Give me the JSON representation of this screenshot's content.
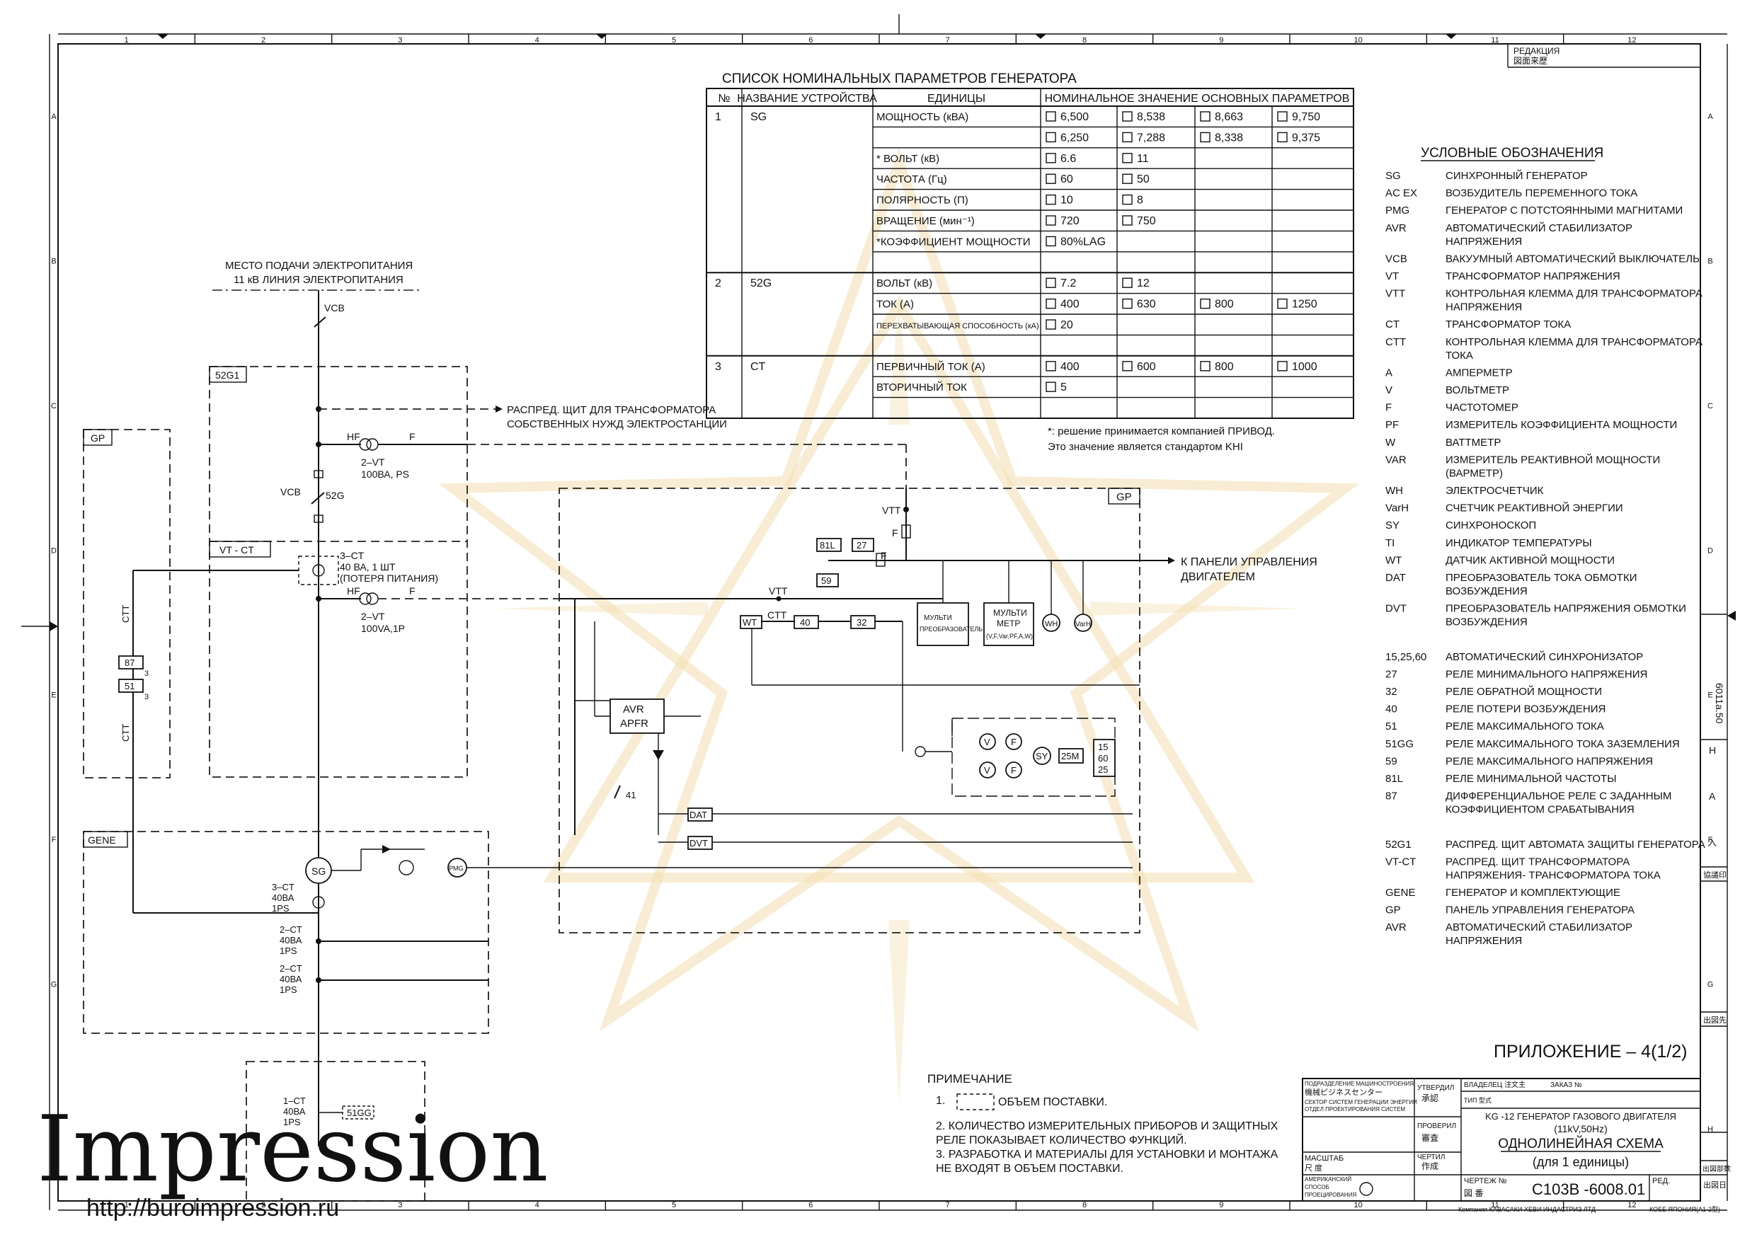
{
  "rated_table": {
    "title": "СПИСОК НОМИНАЛЬНЫХ ПАРАМЕТРОВ ГЕНЕРАТОРА",
    "headers": [
      "№",
      "НАЗВАНИЕ УСТРОЙСТВА",
      "ЕДИНИЦЫ",
      "НОМИНАЛЬНОЕ ЗНАЧЕНИЕ ОСНОВНЫХ ПАРАМЕТРОВ"
    ],
    "rows": [
      {
        "no": "1",
        "device": "SG",
        "unit": "МОЩНОСТЬ (кВА)",
        "values": [
          "6,500",
          "8,538",
          "8,663",
          "9,750"
        ]
      },
      {
        "no": "",
        "device": "",
        "unit": "",
        "values": [
          "6,250",
          "7,288",
          "8,338",
          "9,375"
        ]
      },
      {
        "no": "",
        "device": "",
        "unit": "* ВОЛЬТ (кВ)",
        "values": [
          "6.6",
          "11",
          "",
          ""
        ]
      },
      {
        "no": "",
        "device": "",
        "unit": "ЧАСТОТА (Гц)",
        "values": [
          "60",
          "50",
          "",
          ""
        ]
      },
      {
        "no": "",
        "device": "",
        "unit": "ПОЛЯРНОСТЬ (П)",
        "values": [
          "10",
          "8",
          "",
          ""
        ]
      },
      {
        "no": "",
        "device": "",
        "unit": "ВРАЩЕНИЕ (мин⁻¹)",
        "values": [
          "720",
          "750",
          "",
          ""
        ]
      },
      {
        "no": "",
        "device": "",
        "unit": "*КОЭФФИЦИЕНТ МОЩНОСТИ",
        "values": [
          "80%LAG",
          "",
          "",
          ""
        ]
      },
      {
        "no": "",
        "device": "",
        "unit": "",
        "values": [
          "",
          "",
          "",
          ""
        ]
      },
      {
        "no": "2",
        "device": "52G",
        "unit": "ВОЛЬТ (кВ)",
        "values": [
          "7.2",
          "12",
          "",
          ""
        ]
      },
      {
        "no": "",
        "device": "",
        "unit": "ТОК (А)",
        "values": [
          "400",
          "630",
          "800",
          "1250"
        ]
      },
      {
        "no": "",
        "device": "",
        "unit": "ПЕРЕХВАТЫВАЮЩАЯ СПОСОБНОСТЬ (кА)",
        "values": [
          "20",
          "",
          "",
          ""
        ]
      },
      {
        "no": "",
        "device": "",
        "unit": "",
        "values": [
          "",
          "",
          "",
          ""
        ]
      },
      {
        "no": "3",
        "device": "CT",
        "unit": "ПЕРВИЧНЫЙ ТОК (А)",
        "values": [
          "400",
          "600",
          "800",
          "1000"
        ]
      },
      {
        "no": "",
        "device": "",
        "unit": "ВТОРИЧНЫЙ ТОК",
        "values": [
          "5",
          "",
          "",
          ""
        ]
      },
      {
        "no": "",
        "device": "",
        "unit": "",
        "values": [
          "",
          "",
          "",
          ""
        ]
      }
    ],
    "note_line1": "*: решение принимается компанией ПРИВОД.",
    "note_line2": "Это значение является стандартом KHI"
  },
  "legend": {
    "title": "УСЛОВНЫЕ ОБОЗНАЧЕНИЯ",
    "items": [
      {
        "code": "SG",
        "text": [
          "СИНХРОННЫЙ ГЕНЕРАТОР"
        ]
      },
      {
        "code": "AC EX",
        "text": [
          "ВОЗБУДИТЕЛЬ ПЕРЕМЕННОГО ТОКА"
        ]
      },
      {
        "code": "PMG",
        "text": [
          "ГЕНЕРАТОР С ПОТСТОЯННЫМИ МАГНИТАМИ"
        ]
      },
      {
        "code": "AVR",
        "text": [
          "АВТОМАТИЧЕСКИЙ СТАБИЛИЗАТОР",
          "НАПРЯЖЕНИЯ"
        ]
      },
      {
        "code": "VCB",
        "text": [
          "ВАКУУМНЫЙ АВТОМАТИЧЕСКИЙ ВЫКЛЮЧАТЕЛЬ"
        ]
      },
      {
        "code": "VT",
        "text": [
          "ТРАНСФОРМАТОР НАПРЯЖЕНИЯ"
        ]
      },
      {
        "code": "VTT",
        "text": [
          "КОНТРОЛЬНАЯ КЛЕММА ДЛЯ ТРАНСФОРМАТОРА",
          "НАПРЯЖЕНИЯ"
        ]
      },
      {
        "code": "CT",
        "text": [
          "ТРАНСФОРМАТОР ТОКА"
        ]
      },
      {
        "code": "CTT",
        "text": [
          "КОНТРОЛЬНАЯ КЛЕММА ДЛЯ ТРАНСФОРМАТОРА",
          "ТОКА"
        ]
      },
      {
        "code": "A",
        "text": [
          "АМПЕРМЕТР"
        ]
      },
      {
        "code": "V",
        "text": [
          "ВОЛЬТМЕТР"
        ]
      },
      {
        "code": "F",
        "text": [
          "ЧАСТОТОМЕР"
        ]
      },
      {
        "code": "PF",
        "text": [
          "ИЗМЕРИТЕЛЬ КОЭФФИЦИЕНТА МОЩНОСТИ"
        ]
      },
      {
        "code": "W",
        "text": [
          "ВАТТМЕТР"
        ]
      },
      {
        "code": "VAR",
        "text": [
          "ИЗМЕРИТЕЛЬ РЕАКТИВНОЙ МОЩНОСТИ",
          "(ВАРМЕТР)"
        ]
      },
      {
        "code": "WH",
        "text": [
          "ЭЛЕКТРОСЧЕТЧИК"
        ]
      },
      {
        "code": "VarH",
        "text": [
          "СЧЕТЧИК РЕАКТИВНОЙ ЭНЕРГИИ"
        ]
      },
      {
        "code": "SY",
        "text": [
          "СИНХРОНОСКОП"
        ]
      },
      {
        "code": "TI",
        "text": [
          "ИНДИКАТОР ТЕМПЕРАТУРЫ"
        ]
      },
      {
        "code": "WT",
        "text": [
          "ДАТЧИК АКТИВНОЙ МОЩНОСТИ"
        ]
      },
      {
        "code": "DAT",
        "text": [
          "ПРЕОБРАЗОВАТЕЛЬ ТОКА ОБМОТКИ",
          "ВОЗБУЖДЕНИЯ"
        ]
      },
      {
        "code": "DVT",
        "text": [
          "ПРЕОБРАЗОВАТЕЛЬ НАПРЯЖЕНИЯ ОБМОТКИ",
          "ВОЗБУЖДЕНИЯ"
        ]
      },
      {
        "code": "",
        "text": [
          ""
        ]
      },
      {
        "code": "15,25,60",
        "text": [
          "АВТОМАТИЧЕСКИЙ СИНХРОНИЗАТОР"
        ]
      },
      {
        "code": "27",
        "text": [
          "РЕЛЕ МИНИМАЛЬНОГО НАПРЯЖЕНИЯ"
        ]
      },
      {
        "code": "32",
        "text": [
          "РЕЛЕ ОБРАТНОЙ МОЩНОСТИ"
        ]
      },
      {
        "code": "40",
        "text": [
          "РЕЛЕ ПОТЕРИ ВОЗБУЖДЕНИЯ"
        ]
      },
      {
        "code": "51",
        "text": [
          "РЕЛЕ МАКСИМАЛЬНОГО ТОКА"
        ]
      },
      {
        "code": "51GG",
        "text": [
          "РЕЛЕ МАКСИМАЛЬНОГО ТОКА ЗАЗЕМЛЕНИЯ"
        ]
      },
      {
        "code": "59",
        "text": [
          "РЕЛЕ МАКСИМАЛЬНОГО НАПРЯЖЕНИЯ"
        ]
      },
      {
        "code": "81L",
        "text": [
          "РЕЛЕ МИНИМАЛЬНОЙ ЧАСТОТЫ"
        ]
      },
      {
        "code": "87",
        "text": [
          "ДИФФЕРЕНЦИАЛЬНОЕ РЕЛЕ С ЗАДАННЫМ",
          "КОЭФФИЦИЕНТОМ СРАБАТЫВАНИЯ"
        ]
      },
      {
        "code": "",
        "text": [
          ""
        ]
      },
      {
        "code": "52G1",
        "text": [
          "РАСПРЕД. ЩИТ АВТОМАТА ЗАЩИТЫ ГЕНЕРАТОРА"
        ]
      },
      {
        "code": "VT-CT",
        "text": [
          "РАСПРЕД. ЩИТ ТРАНСФОРМАТОРА",
          "НАПРЯЖЕНИЯ- ТРАНСФОРМАТОРА ТОКА"
        ]
      },
      {
        "code": "GENE",
        "text": [
          "ГЕНЕРАТОР И КОМПЛЕКТУЮЩИЕ"
        ]
      },
      {
        "code": "GP",
        "text": [
          "ПАНЕЛЬ УПРАВЛЕНИЯ ГЕНЕРАТОРА"
        ]
      },
      {
        "code": "AVR",
        "text": [
          "АВТОМАТИЧЕСКИЙ СТАБИЛИЗАТОР",
          "НАПРЯЖЕНИЯ"
        ]
      }
    ]
  },
  "diagram": {
    "supply_line1": "МЕСТО ПОДАЧИ ЭЛЕКТРОПИТАНИЯ",
    "supply_line2": "11 кВ ЛИНИЯ ЭЛЕКТРОПИТАНИЯ",
    "vcb_top": "VCB",
    "panel_52g1": "52G1",
    "panel_vtct": "VT - CT",
    "panel_gp_left": "GP",
    "panel_gp_main": "GP",
    "panel_gene": "GENE",
    "aux_line1": "РАСПРЕД. ЩИТ ДЛЯ ТРАНСФОРМАТОРА",
    "aux_line2": "СОБСТВЕННЫХ НУЖД ЭЛЕКТРОСТАНЦИИ",
    "hf": "HF",
    "f": "F",
    "vt1_line1": "2–VT",
    "vt1_line2": "100ВА, PS",
    "vcb_mid": "VCB",
    "g52": "52G",
    "ct3_line1": "3–CT",
    "ct3_line2": "40 ВА, 1 ШТ",
    "ct3_line3": "(ПОТЕРЯ ПИТАНИЯ)",
    "vt2_line1": "2–VT",
    "vt2_line2": "100VA,1P",
    "ctt": "CTT",
    "r87": "87",
    "r51": "51",
    "three": "3",
    "vtt": "VTT",
    "r81l": "81L",
    "r27": "27",
    "r59": "59",
    "r40": "40",
    "r32": "32",
    "wt": "WT",
    "to_engine_line1": "К ПАНЕЛИ УПРАВЛЕНИЯ",
    "to_engine_line2": "ДВИГАТЕЛЕМ",
    "transducer_line1": "МУЛЬТИ",
    "transducer_line2": "ПРЕОБРАЗОВАТЕЛЬ",
    "multimeter_line1": "МУЛЬТИ",
    "multimeter_line2": "МЕТР",
    "multimeter_line3": "(V,F,Var,PF,A,W)",
    "wh": "WH",
    "varh": "VarH",
    "avr": "AVR",
    "apfr": "APFR",
    "v": "V",
    "sy": "SY",
    "r25m": "25M",
    "sync_line1": "15",
    "sync_line2": "60",
    "sync_line3": "25",
    "r41": "41",
    "dat": "DAT",
    "dvt": "DVT",
    "sg": "SG",
    "pmg": "PMG",
    "ct_gen_line1": "3–CT",
    "ct_gen_line2": "40ВА",
    "ct_gen_line3": "1PS",
    "ct_a_line1": "2–CT",
    "ct_a_line2": "40ВА",
    "ct_a_line3": "1PS",
    "ct_b_line1": "2–CT",
    "ct_b_line2": "40ВА",
    "ct_b_line3": "1PS",
    "ct_g_line1": "1–CT",
    "ct_g_line2": "40ВА",
    "ct_g_line3": "1PS",
    "r51gg": "51GG"
  },
  "notes": {
    "title": "ПРИМЕЧАНИЕ",
    "n1": "1.",
    "n1_text": "ОБЪЕМ ПОСТАВКИ.",
    "n2_line1": "2. КОЛИЧЕСТВО ИЗМЕРИТЕЛЬНЫХ ПРИБОРОВ И ЗАЩИТНЫХ",
    "n2_line2": "РЕЛЕ ПОКАЗЫВАЕТ КОЛИЧЕСТВО ФУНКЦИЙ.",
    "n3_line1": "3. РАЗРАБОТКА И МАТЕРИАЛЫ ДЛЯ УСТАНОВКИ И МОНТАЖА",
    "n3_line2": "НЕ ВХОДЯТ В ОБЪЕМ ПОСТАВКИ."
  },
  "appendix": "ПРИЛОЖЕНИЕ – 4(1/2)",
  "revision_header_line1": "РЕДАКЦИЯ",
  "revision_header_line2": "図面来歴",
  "title_block": {
    "dept_line1": "ПОДРАЗДЕЛЕНИЕ МАШИНОСТРОЕНИЯ",
    "dept_line2": "機械ビジネスセンター",
    "dept_line3": "СЕКТОР СИСТЕМ ГЕНЕРАЦИИ ЭНЕРГИИ",
    "dept_line4": "ОТДЕЛ ПРОЕКТИРОВАНИЯ СИСТЕМ",
    "approved_line1": "УТВЕРДИЛ",
    "approved_line2": "承認",
    "checked_line1": "ПРОВЕРИЛ",
    "checked_line2": "審査",
    "drawn_line1": "ЧЕРТИЛ",
    "drawn_line2": "作成",
    "scale": "МАСШТАБ",
    "scale_jp": "尺 度",
    "projection_line1": "АМЕРИКАНСКИЙ",
    "projection_line2": "СПОСОБ",
    "projection_line3": "ПРОЕЦИРОВАНИЯ",
    "owner_label": "ВЛАДЕЛЕЦ  注文主",
    "order_label": "ЗАКАЗ №",
    "type_label": "ТИП 型式",
    "title_line1": "KG -12 ГЕНЕРАТОР ГАЗОВОГО ДВИГАТЕЛЯ",
    "title_line2": "(11kV,50Hz)",
    "title_line3": "ОДНОЛИНЕЙНАЯ СХЕМА",
    "title_line4": "(для 1 единицы)",
    "drawing_no_label": "ЧЕРТЕЖ №",
    "drawing_no_jp": "図 番",
    "drawing_no": "C103B -6008.01",
    "rev_label": "РЕД.",
    "company": "Компания КАВАСАКИ ХЕВИ ИНДАСТРИЗ ЛТД",
    "city": "КОБЕ ЯПОНИЯ",
    "sheet_size": "(A1-2型)"
  },
  "side_strip": {
    "vertical_text": "6011a.50",
    "h": "H",
    "a": "A",
    "entry": "入",
    "seal": "協議印",
    "out": "出図先",
    "count": "出図部数",
    "outdate": "出図日"
  },
  "watermark": {
    "logo": "Impression",
    "url": "http://buroimpression.ru"
  },
  "border": {
    "columns": [
      "1",
      "2",
      "3",
      "4",
      "5",
      "6",
      "7",
      "8",
      "9",
      "10",
      "11",
      "12"
    ],
    "rows": [
      "A",
      "B",
      "C",
      "D",
      "E",
      "F",
      "G",
      "H"
    ]
  }
}
